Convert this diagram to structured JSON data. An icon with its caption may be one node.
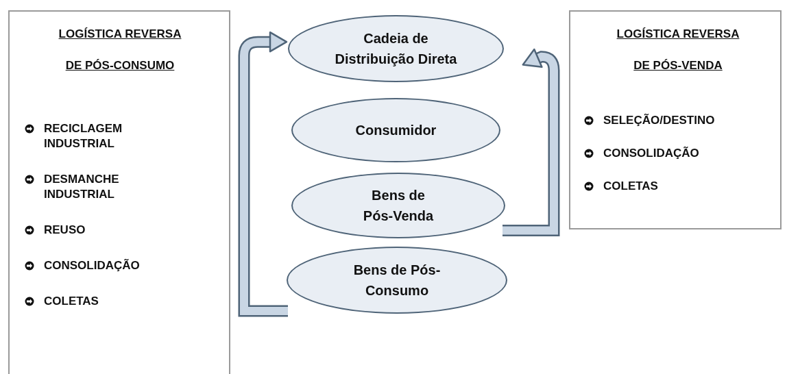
{
  "diagram": {
    "nodes": [
      {
        "text": [
          "LOGÍSTICA REVERSA DE PÓS-CONSUMO",
          "RECICLAGEM INDUSTRIAL",
          "DESMANCHE INDUSTRIAL",
          "REUSO",
          "CONSOLIDAÇÃO",
          "COLETAS"
        ]
      },
      {
        "text": [
          "Cadeia de Distribuição Direta"
        ]
      },
      {
        "text": [
          "Consumidor"
        ]
      },
      {
        "text": [
          "Bens de Pós-Venda"
        ]
      },
      {
        "text": [
          "Bens de Pós-Consumo"
        ]
      },
      {
        "text": [
          "LOGÍSTICA REVERSA DE PÓS-VENDA",
          "SELEÇÃO/DESTINO",
          "CONSOLIDAÇÃO",
          "COLETAS"
        ]
      }
    ],
    "edges": [
      {
        "from": 4,
        "to": 1,
        "arrow": "to"
      },
      {
        "from": 3,
        "to": 1,
        "arrow": "to"
      }
    ]
  }
}
